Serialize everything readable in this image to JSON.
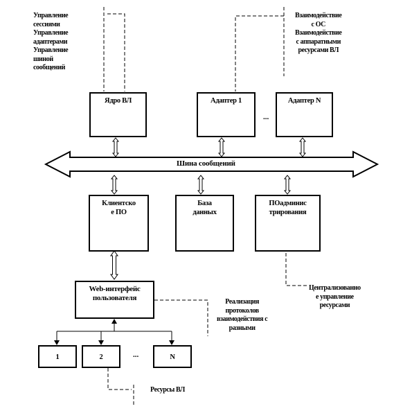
{
  "notes": {
    "core_functions": [
      "Управление",
      "сессиями",
      "Управление",
      "адаптерами",
      "Управление",
      "шиной",
      "сообщений"
    ],
    "os_interaction": [
      "Взаимодействие",
      "с ОС",
      "Взаимодействие",
      "с аппаратными",
      "ресурсами ВЛ"
    ],
    "centralized": [
      "Централизованно",
      "е управление",
      "ресурсами"
    ],
    "protocols": [
      "Реализация",
      "протоколов",
      "взаимодействия с",
      "разными"
    ],
    "resources": "Ресурсы ВЛ"
  },
  "boxes": {
    "core": "Ядро ВЛ",
    "adapter1": "Адаптер 1",
    "adapterN": "Адаптер N",
    "client_sw": [
      "Клиентско",
      "е ПО"
    ],
    "database": [
      "База",
      "данных"
    ],
    "scheduler": [
      "ПОадминис",
      "трирования"
    ],
    "web_ui": [
      "Web-интерфейс",
      "пользователя"
    ],
    "node1": "1",
    "node2": "2",
    "nodeN": "N"
  },
  "bus_label": "Шина сообщений",
  "ellipsis_top": "...",
  "ellipsis_bottom": "..."
}
